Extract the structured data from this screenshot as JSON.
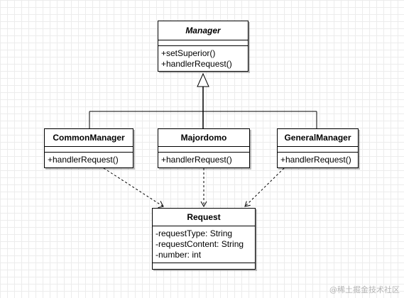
{
  "classes": {
    "manager": {
      "name": "Manager",
      "methods": [
        "+setSuperior()",
        "+handlerRequest()"
      ]
    },
    "common_manager": {
      "name": "CommonManager",
      "methods": [
        "+handlerRequest()"
      ]
    },
    "majordomo": {
      "name": "Majordomo",
      "methods": [
        "+handlerRequest()"
      ]
    },
    "general_manager": {
      "name": "GeneralManager",
      "methods": [
        "+handlerRequest()"
      ]
    },
    "request": {
      "name": "Request",
      "attributes": [
        "-requestType: String",
        "-requestContent: String",
        "-number: int"
      ]
    }
  },
  "relationships": [
    {
      "type": "generalization",
      "from": "CommonManager",
      "to": "Manager"
    },
    {
      "type": "generalization",
      "from": "Majordomo",
      "to": "Manager"
    },
    {
      "type": "generalization",
      "from": "GeneralManager",
      "to": "Manager"
    },
    {
      "type": "dependency",
      "from": "CommonManager",
      "to": "Request"
    },
    {
      "type": "dependency",
      "from": "Majordomo",
      "to": "Request"
    },
    {
      "type": "dependency",
      "from": "GeneralManager",
      "to": "Request"
    }
  ],
  "watermark": "@稀土掘金技术社区"
}
